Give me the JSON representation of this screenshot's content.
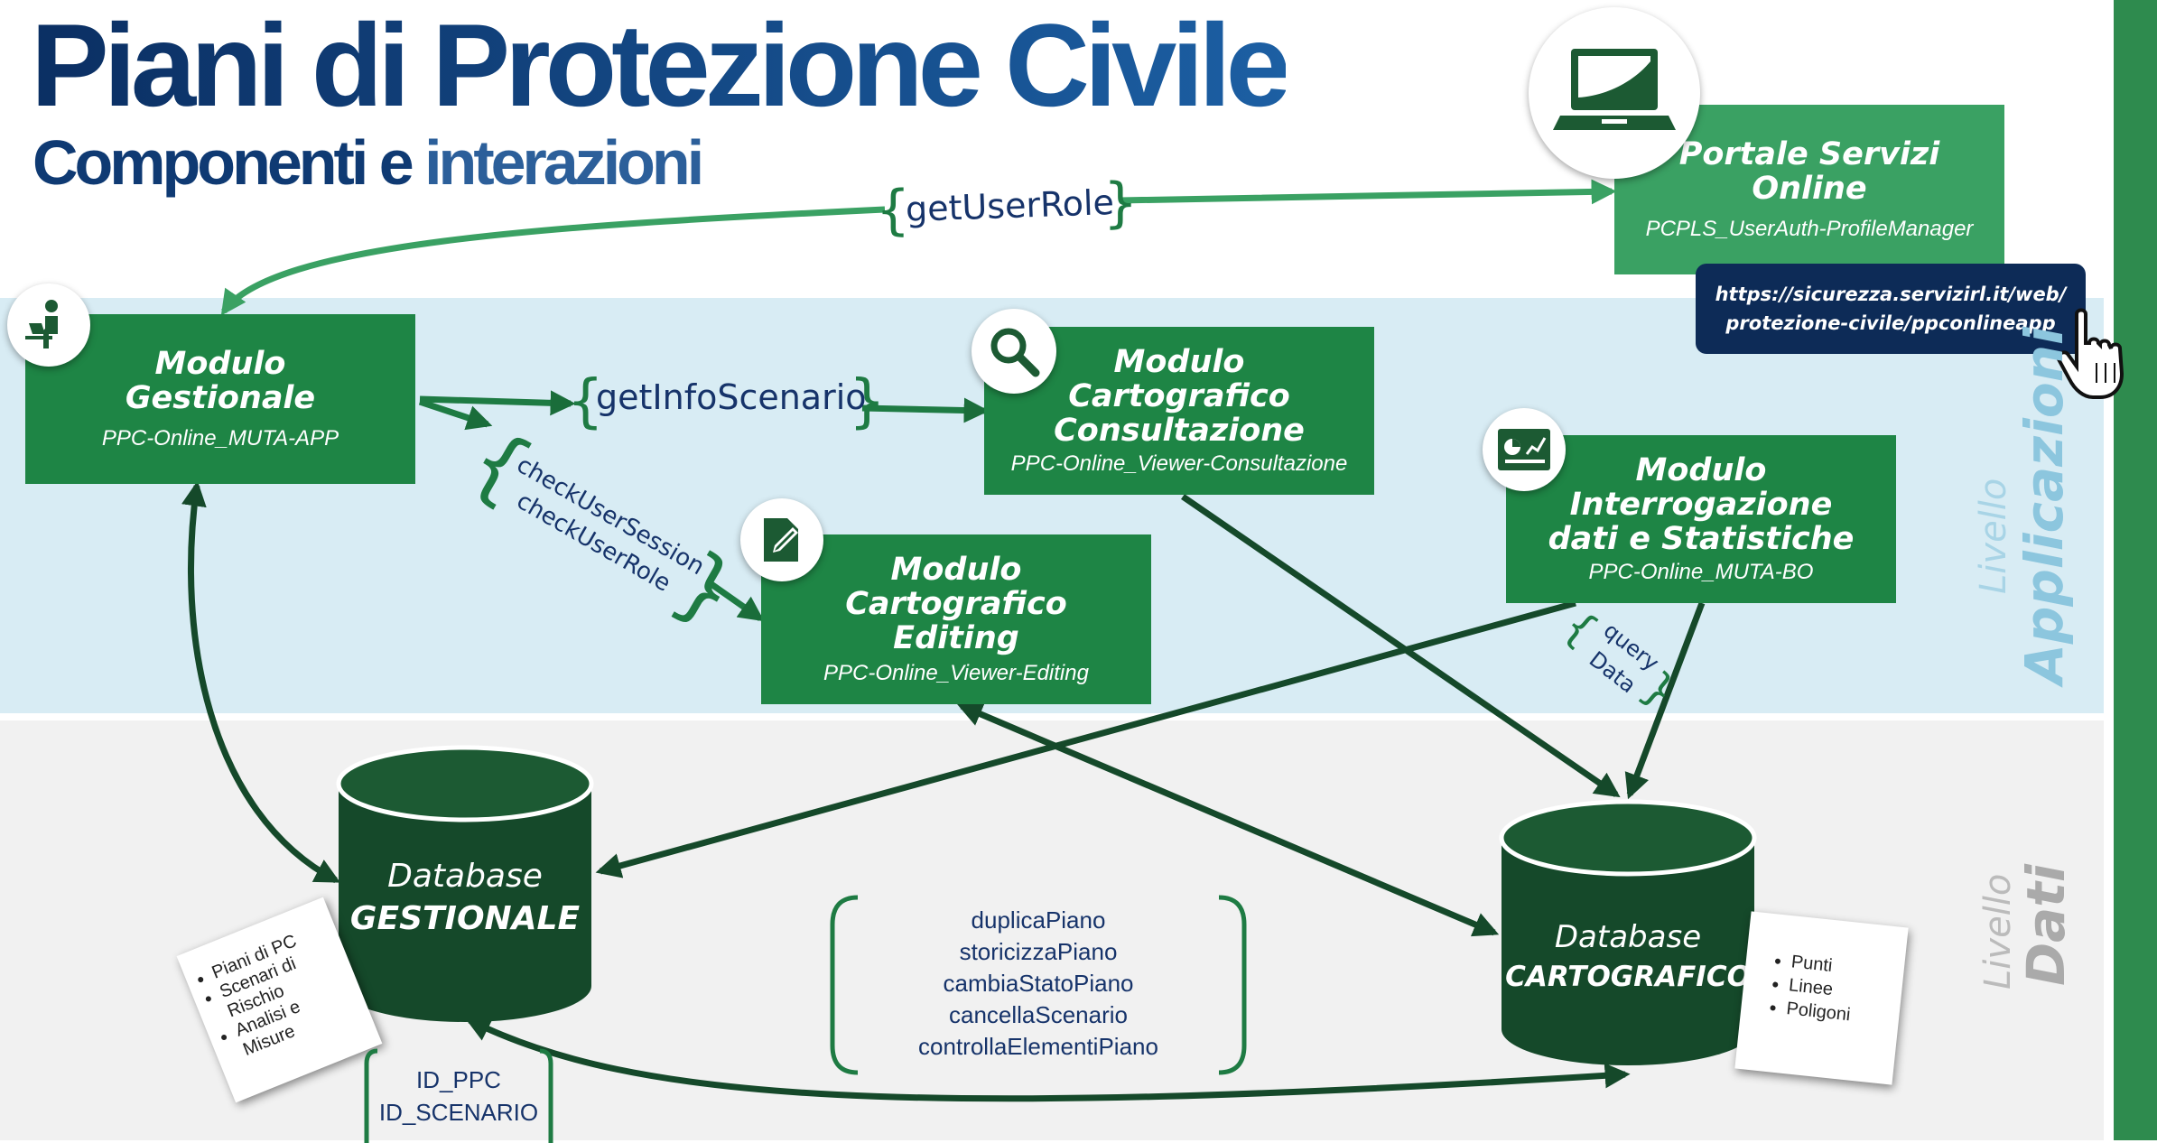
{
  "title": "Piani di Protezione Civile",
  "subtitle": {
    "dark": "Componenti e ",
    "light": "interazioni"
  },
  "modules": {
    "portale": {
      "title": "Portale Servizi\nOnline",
      "sub": "PCPLS_UserAuth-ProfileManager"
    },
    "gestionale": {
      "title": "Modulo\nGestionale",
      "sub": "PPC-Online_MUTA-APP"
    },
    "consultazione": {
      "title": "Modulo\nCartografico\nConsultazione",
      "sub": "PPC-Online_Viewer-Consultazione"
    },
    "editing": {
      "title": "Modulo\nCartografico\nEditing",
      "sub": "PPC-Online_Viewer-Editing"
    },
    "interrogazione": {
      "title": "Modulo\nInterrogazione\ndati e Statistiche",
      "sub": "PPC-Online_MUTA-BO"
    }
  },
  "url": "https://sicurezza.servizirl.it/web/\nprotezione-civile/ppconlineapp",
  "labels": {
    "getUserRole": "getUserRole",
    "getInfoScenario": "getInfoScenario",
    "checkUserSession": "checkUserSession",
    "checkUserRole": "checkUserRole",
    "query": "query",
    "data": "Data"
  },
  "databases": {
    "gestionale": {
      "line1": "Database",
      "line2": "GESTIONALE"
    },
    "cartografico": {
      "line1": "Database",
      "line2": "CARTOGRAFICO"
    }
  },
  "notes": {
    "gestionale": [
      "Piani di PC",
      "Scenari di Rischio",
      "Analisi e Misure"
    ],
    "cartografico": [
      "Punti",
      "Linee",
      "Poligoni"
    ]
  },
  "operations": [
    "duplicaPiano",
    "storicizzaPiano",
    "cambiaStatoPiano",
    "cancellaScenario",
    "controllaElementiPiano"
  ],
  "ids": [
    "ID_PPC",
    "ID_SCENARIO"
  ],
  "levels": {
    "app": {
      "word1": "Livello",
      "word2": "Applicazioni"
    },
    "data": {
      "word1": "Livello",
      "word2": "Dati"
    }
  },
  "colors": {
    "accent": "#1e8545",
    "portal": "#3aa163",
    "db": "#15492a",
    "navy": "#0d2b57"
  }
}
